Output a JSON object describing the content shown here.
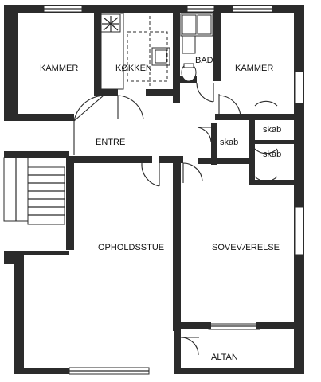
{
  "rooms": {
    "kammer_left": "KAMMER",
    "kitchen": "KØKKEN",
    "bath": "BAD",
    "kammer_right": "KAMMER",
    "entre": "ENTRE",
    "closet_hall": "skab",
    "closet_top": "skab",
    "closet_bottom": "skab",
    "living": "OPHOLDSSTUE",
    "bedroom": "SOVEVÆRELSE",
    "balcony": "ALTAN"
  }
}
